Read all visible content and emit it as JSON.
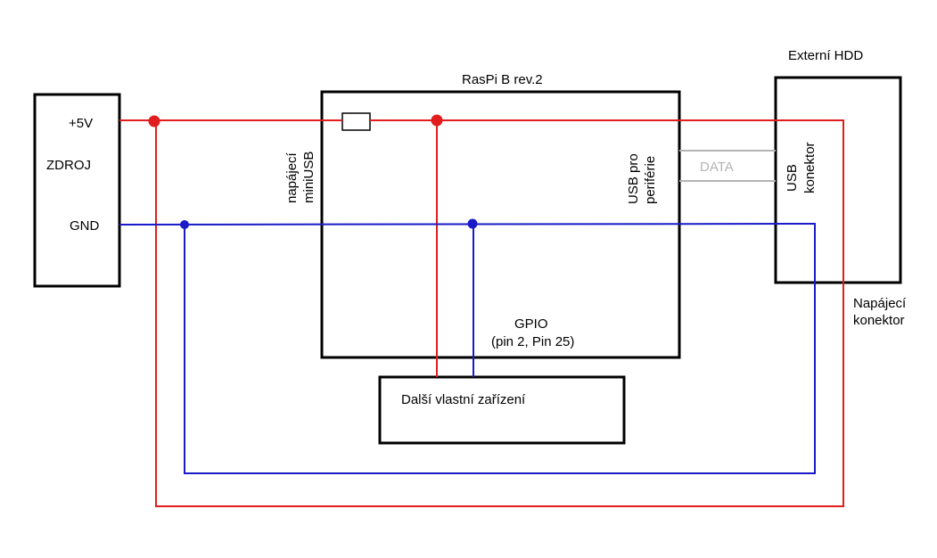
{
  "colors": {
    "power_wire": "#e11d1d",
    "ground_wire": "#1a1ac8",
    "data_wire": "#b4b4b4",
    "box_outline": "#000000"
  },
  "power_supply": {
    "name": "ZDROJ",
    "plus_label": "+5V",
    "gnd_label": "GND"
  },
  "raspi": {
    "title": "RasPi B rev.2",
    "power_input_label_line1": "napájecí",
    "power_input_label_line2": "miniUSB",
    "usb_label_line1": "USB pro",
    "usb_label_line2": "periférie",
    "gpio_label_line1": "GPIO",
    "gpio_label_line2": "(pin 2, Pin 25)"
  },
  "device": {
    "label": "Další vlastní zařízení"
  },
  "hdd": {
    "title": "Externí HDD",
    "usb_label_line1": "USB",
    "usb_label_line2": "konektor",
    "power_label_line1": "Napájecí",
    "power_label_line2": "konektor"
  },
  "data_link": {
    "label": "DATA"
  }
}
